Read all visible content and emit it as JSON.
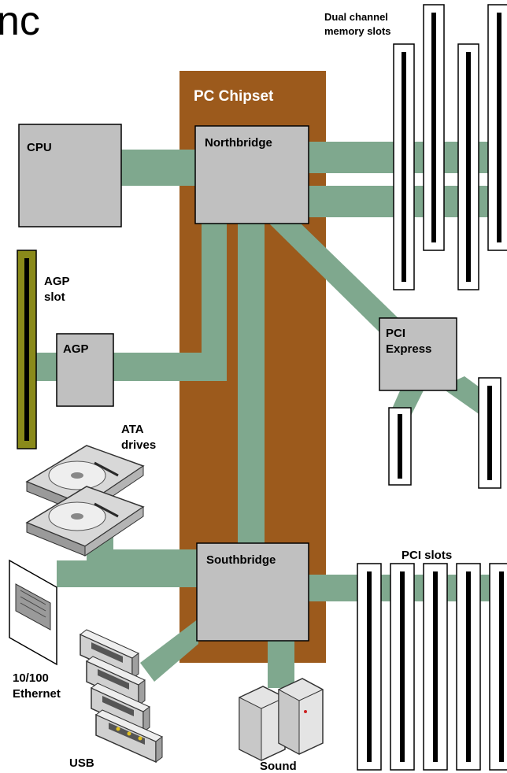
{
  "title_fragment": "nc",
  "chipset": {
    "label": "PC Chipset"
  },
  "components": {
    "cpu": "CPU",
    "northbridge": "Northbridge",
    "southbridge": "Southbridge",
    "agp": "AGP",
    "pci_express_line1": "PCI",
    "pci_express_line2": "Express"
  },
  "labels": {
    "memory_line1": "Dual channel",
    "memory_line2": "memory slots",
    "agp_slot_line1": "AGP",
    "agp_slot_line2": "slot",
    "ata_line1": "ATA",
    "ata_line2": "drives",
    "pci_slots": "PCI slots",
    "ethernet_line1": "10/100",
    "ethernet_line2": "Ethernet",
    "usb": "USB",
    "sound": "Sound"
  },
  "colors": {
    "chipset": "#9c5a1c",
    "bus": "#7fa88e",
    "component": "#c0c0c0",
    "agp_slot": "#8a8a1a"
  }
}
